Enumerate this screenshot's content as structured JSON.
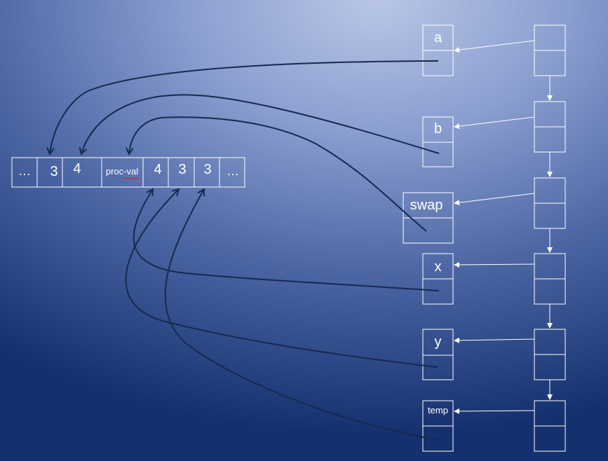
{
  "memory": {
    "cells": [
      "…",
      "3",
      "4",
      "proc-val",
      "4",
      "3",
      "3",
      "…"
    ]
  },
  "variables": {
    "items": [
      "a",
      "b",
      "swap",
      "x",
      "y",
      "temp"
    ]
  },
  "colors": {
    "line": "#ffffff",
    "curve": "#16294f",
    "spellcheck": "#d9251d"
  }
}
